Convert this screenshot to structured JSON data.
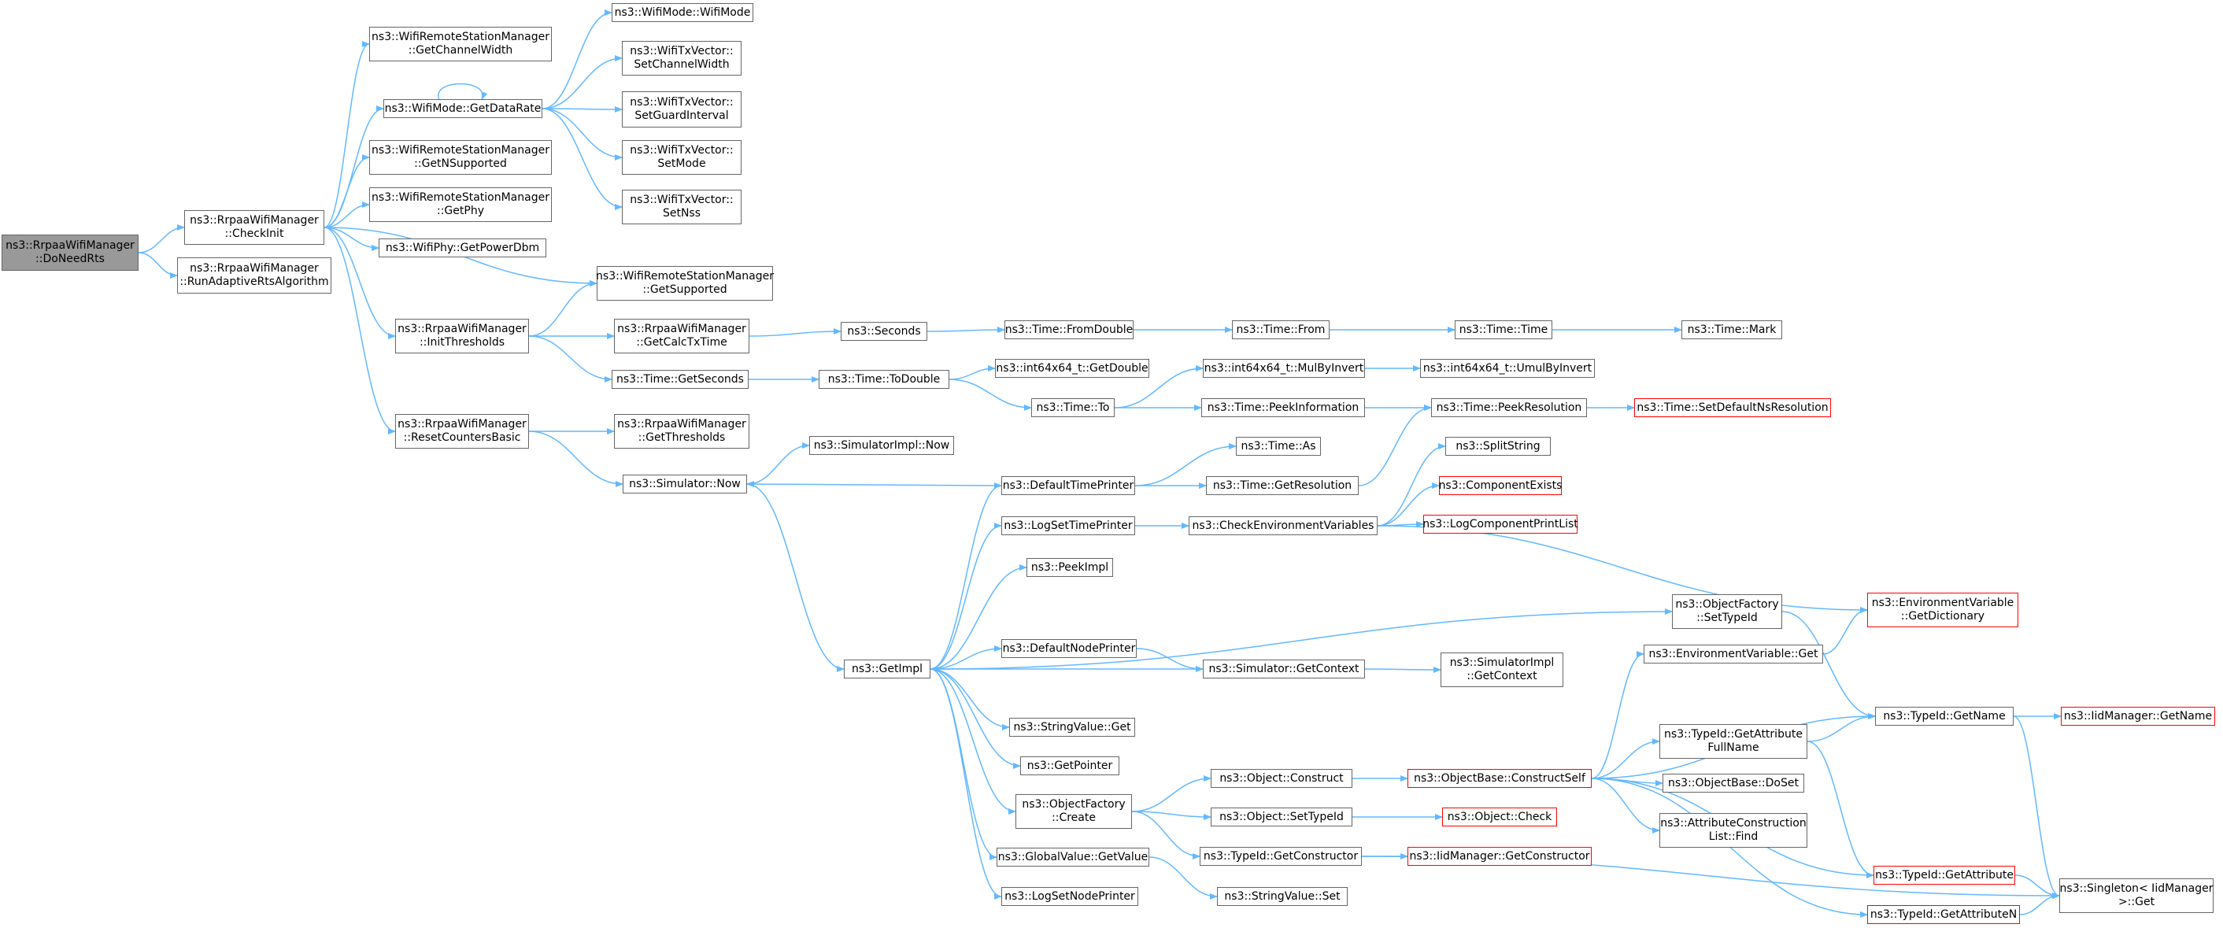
{
  "colors": {
    "edge": "#63b8ff",
    "border": "#666666",
    "root_fill": "#999999",
    "truncated_border": "#ff0000"
  },
  "nodes": {
    "n_doneedrts": [
      "ns3::RrpaaWifiManager",
      "::DoNeedRts"
    ],
    "n_checkinit": [
      "ns3::RrpaaWifiManager",
      "::CheckInit"
    ],
    "n_runadaptive": [
      "ns3::RrpaaWifiManager",
      "::RunAdaptiveRtsAlgorithm"
    ],
    "n_getchannelwidth": [
      "ns3::WifiRemoteStationManager",
      "::GetChannelWidth"
    ],
    "n_getdatarate": [
      "ns3::WifiMode::GetDataRate"
    ],
    "n_getnsupported": [
      "ns3::WifiRemoteStationManager",
      "::GetNSupported"
    ],
    "n_getphy": [
      "ns3::WifiRemoteStationManager",
      "::GetPhy"
    ],
    "n_getpowerdbm": [
      "ns3::WifiPhy::GetPowerDbm"
    ],
    "n_wifimode": [
      "ns3::WifiMode::WifiMode"
    ],
    "n_setchannelwidth": [
      "ns3::WifiTxVector::",
      "SetChannelWidth"
    ],
    "n_setguardinterval": [
      "ns3::WifiTxVector::",
      "SetGuardInterval"
    ],
    "n_setmode": [
      "ns3::WifiTxVector::",
      "SetMode"
    ],
    "n_setnss": [
      "ns3::WifiTxVector::",
      "SetNss"
    ],
    "n_getsupported": [
      "ns3::WifiRemoteStationManager",
      "::GetSupported"
    ],
    "n_initthresholds": [
      "ns3::RrpaaWifiManager",
      "::InitThresholds"
    ],
    "n_getcalctxtime": [
      "ns3::RrpaaWifiManager",
      "::GetCalcTxTime"
    ],
    "n_gettimeseconds": [
      "ns3::Time::GetSeconds"
    ],
    "n_seconds": [
      "ns3::Seconds"
    ],
    "n_fromdouble": [
      "ns3::Time::FromDouble"
    ],
    "n_from": [
      "ns3::Time::From"
    ],
    "n_timetime": [
      "ns3::Time::Time"
    ],
    "n_mark": [
      "ns3::Time::Mark"
    ],
    "n_todouble": [
      "ns3::Time::ToDouble"
    ],
    "n_i64getdouble": [
      "ns3::int64x64_t::GetDouble"
    ],
    "n_timeto": [
      "ns3::Time::To"
    ],
    "n_mulbyinvert": [
      "ns3::int64x64_t::MulByInvert"
    ],
    "n_umulbyinvert": [
      "ns3::int64x64_t::UmulByInvert"
    ],
    "n_peekinformation": [
      "ns3::Time::PeekInformation"
    ],
    "n_peekresolution": [
      "ns3::Time::PeekResolution"
    ],
    "n_setdefaultns": [
      "ns3::Time::SetDefaultNsResolution"
    ],
    "n_resetcounters": [
      "ns3::RrpaaWifiManager",
      "::ResetCountersBasic"
    ],
    "n_getthresholds": [
      "ns3::RrpaaWifiManager",
      "::GetThresholds"
    ],
    "n_simnow": [
      "ns3::Simulator::Now"
    ],
    "n_simimplnow": [
      "ns3::SimulatorImpl::Now"
    ],
    "n_defaulttimeprinter": [
      "ns3::DefaultTimePrinter"
    ],
    "n_timeas": [
      "ns3::Time::As"
    ],
    "n_getresolution": [
      "ns3::Time::GetResolution"
    ],
    "n_splitstring": [
      "ns3::SplitString"
    ],
    "n_componentexists": [
      "ns3::ComponentExists"
    ],
    "n_logcomponentprintlist": [
      "ns3::LogComponentPrintList"
    ],
    "n_logsettimeprinter": [
      "ns3::LogSetTimePrinter"
    ],
    "n_checkenv": [
      "ns3::CheckEnvironmentVariables"
    ],
    "n_peekimpl": [
      "ns3::PeekImpl"
    ],
    "n_objfactorysettypeid": [
      "ns3::ObjectFactory",
      "::SetTypeId"
    ],
    "n_envgetdictionary": [
      "ns3::EnvironmentVariable",
      "::GetDictionary"
    ],
    "n_getimpl": [
      "ns3::GetImpl"
    ],
    "n_defaultnodeprinter": [
      "ns3::DefaultNodePrinter"
    ],
    "n_simgetcontext": [
      "ns3::Simulator::GetContext"
    ],
    "n_simimplgetcontext": [
      "ns3::SimulatorImpl",
      "::GetContext"
    ],
    "n_envget": [
      "ns3::EnvironmentVariable::Get"
    ],
    "n_typeidgetname": [
      "ns3::TypeId::GetName"
    ],
    "n_iidmgrgetname": [
      "ns3::IidManager::GetName"
    ],
    "n_stringvalueget": [
      "ns3::StringValue::Get"
    ],
    "n_typeidgetattrfullname": [
      "ns3::TypeId::GetAttribute",
      "FullName"
    ],
    "n_getpointer": [
      "ns3::GetPointer"
    ],
    "n_objectconstruct": [
      "ns3::Object::Construct"
    ],
    "n_constructself": [
      "ns3::ObjectBase::ConstructSelf"
    ],
    "n_dosset": [
      "ns3::ObjectBase::DoSet"
    ],
    "n_objfactorycreate": [
      "ns3::ObjectFactory",
      "::Create"
    ],
    "n_objectsettypeid": [
      "ns3::Object::SetTypeId"
    ],
    "n_objectcheck": [
      "ns3::Object::Check"
    ],
    "n_attrconstructionlist": [
      "ns3::AttributeConstruction",
      "List::Find"
    ],
    "n_globalvalueget": [
      "ns3::GlobalValue::GetValue"
    ],
    "n_typeidgetconstructor": [
      "ns3::TypeId::GetConstructor"
    ],
    "n_iidmgrgetconstructor": [
      "ns3::IidManager::GetConstructor"
    ],
    "n_typeidgetattribute": [
      "ns3::TypeId::GetAttribute"
    ],
    "n_singletonget": [
      "ns3::Singleton< IidManager",
      ">::Get"
    ],
    "n_logsetnodeprinter": [
      "ns3::LogSetNodePrinter"
    ],
    "n_stringvalueset": [
      "ns3::StringValue::Set"
    ],
    "n_typeidgetattributen": [
      "ns3::TypeId::GetAttributeN"
    ]
  }
}
